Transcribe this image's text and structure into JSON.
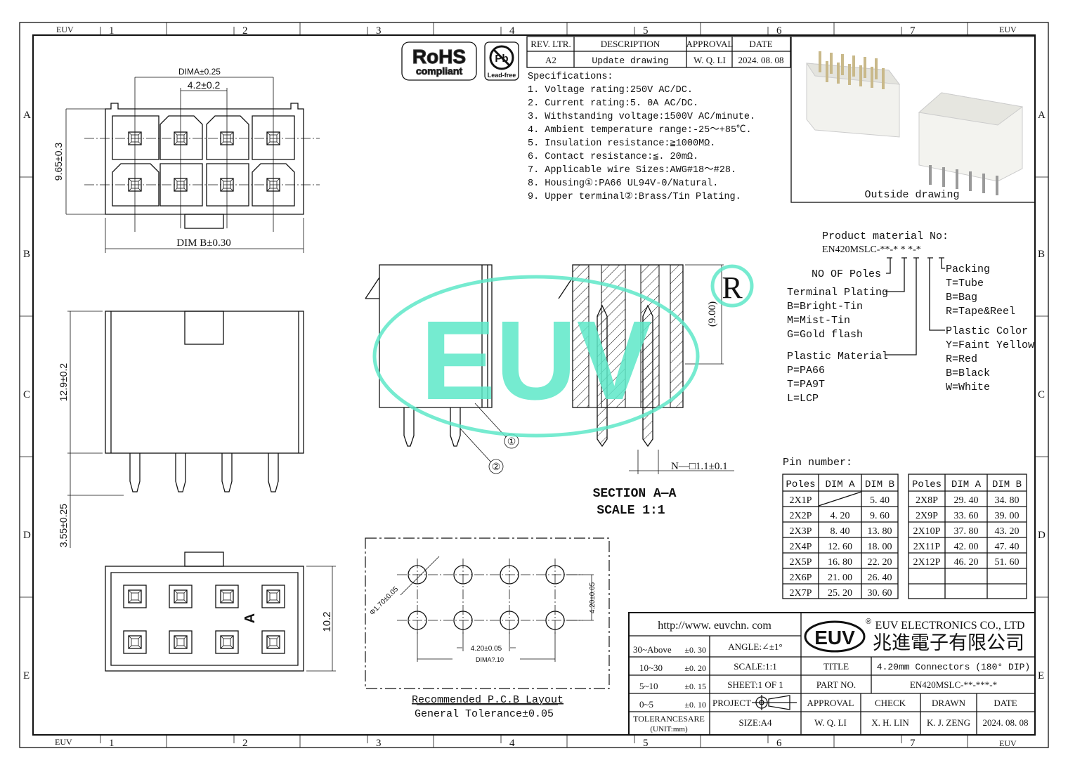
{
  "frame": {
    "col_labels": [
      "1",
      "2",
      "3",
      "4",
      "5",
      "6",
      "7"
    ],
    "row_labels": [
      "A",
      "B",
      "C",
      "D",
      "E"
    ],
    "corner_brand": "EUV"
  },
  "badges": {
    "rohs": "RoHS",
    "rohs_sub": "compliant",
    "pb": "Pb",
    "pb_sub": "Lead-free"
  },
  "revision": {
    "headers": [
      "REV. LTR.",
      "DESCRIPTION",
      "APPROVAL",
      "DATE"
    ],
    "row": [
      "A2",
      "Update drawing",
      "W. Q. LI",
      "2024. 08. 08"
    ]
  },
  "specifications": {
    "title": "Specifications:",
    "items": [
      "1. Voltage rating:250V AC/DC.",
      "2. Current rating:5. 0A AC/DC.",
      "3. Withstanding voltage:1500V AC/minute.",
      "4. Ambient temperature range:-25～+85℃.",
      "5. Insulation resistance:≧1000MΩ.",
      "6. Contact resistance:≦. 20mΩ.",
      "7. Applicable wire Sizes:AWG#18～#28.",
      "8. Housing①:PA66 UL94V-0/Natural.",
      "9. Upper terminal②:Brass/Tin Plating."
    ]
  },
  "outside_drawing": {
    "caption": "Outside drawing"
  },
  "product_material": {
    "title": "Product material No:",
    "code": "EN420MSLC-**-* * *-*",
    "poles": "NO OF Poles",
    "terminal_plating": {
      "label": "Terminal Plating",
      "options": [
        "B=Bright-Tin",
        "M=Mist-Tin",
        "G=Gold flash"
      ]
    },
    "plastic_material": {
      "label": "Plastic Material",
      "options": [
        "P=PA66",
        "T=PA9T",
        "L=LCP"
      ]
    },
    "packing": {
      "label": "Packing",
      "options": [
        "T=Tube",
        "B=Bag",
        "R=Tape&Reel"
      ]
    },
    "plastic_color": {
      "label": "Plastic Color",
      "options": [
        "Y=Faint Yellow",
        "R=Red",
        "B=Black",
        "W=White"
      ]
    }
  },
  "top_view": {
    "dim_a": "DIMA±0.25",
    "pitch": "4.2±0.2",
    "height": "9.65±0.3",
    "dim_b": "DIM B±0.30"
  },
  "side_view": {
    "height": "12.9±0.2",
    "pin_length": "3.55±0.25"
  },
  "bottom_view": {
    "height": "10.2",
    "polarity": "A"
  },
  "section": {
    "title": "SECTION A—A",
    "scale": "SCALE 1:1",
    "height": "(9.00)",
    "pin_size": "N—□1.1±0.1",
    "callout_1": "①",
    "callout_2": "②"
  },
  "watermark": {
    "text": "EUV",
    "registered": "R"
  },
  "pcb": {
    "hole": "Φ1.70±0.05",
    "pitch_x": "4.20±0.05",
    "pitch_y": "4.20±0.05",
    "dim_a": "DIMA?.10",
    "title": "Recommended P.C.B Layout",
    "tolerance": "General Tolerance±0.05"
  },
  "pin_table": {
    "title": "Pin number:",
    "headers": [
      "Poles",
      "DIM A",
      "DIM B"
    ],
    "left": [
      [
        "2X1P",
        "",
        "5. 40"
      ],
      [
        "2X2P",
        "4. 20",
        "9. 60"
      ],
      [
        "2X3P",
        "8. 40",
        "13. 80"
      ],
      [
        "2X4P",
        "12. 60",
        "18. 00"
      ],
      [
        "2X5P",
        "16. 80",
        "22. 20"
      ],
      [
        "2X6P",
        "21. 00",
        "26. 40"
      ],
      [
        "2X7P",
        "25. 20",
        "30. 60"
      ]
    ],
    "right": [
      [
        "2X8P",
        "29. 40",
        "34. 80"
      ],
      [
        "2X9P",
        "33. 60",
        "39. 00"
      ],
      [
        "2X10P",
        "37. 80",
        "43. 20"
      ],
      [
        "2X11P",
        "42. 00",
        "47. 40"
      ],
      [
        "2X12P",
        "46. 20",
        "51. 60"
      ],
      [
        "",
        "",
        ""
      ],
      [
        "",
        "",
        ""
      ]
    ]
  },
  "title_block": {
    "url": "http://www. euvchn. com",
    "logo": "EUV",
    "company_en": "EUV ELECTRONICS CO., LTD",
    "company_cn": "兆進電子有限公司",
    "tolerances": [
      [
        "30~Above",
        "±0. 30"
      ],
      [
        "10~30",
        "±0. 20"
      ],
      [
        "5~10",
        "±0. 15"
      ],
      [
        "0~5",
        "±0. 10"
      ]
    ],
    "tolerances_label": "TOLERANCESARE",
    "unit": "(UNIT:mm)",
    "angle": "ANGLE:∠±1°",
    "scale": "SCALE:1:1",
    "sheet": "SHEET:1 OF 1",
    "project": "PROJECT",
    "size": "SIZE:A4",
    "title_label": "TITLE",
    "title_value": "4.20mm Connectors (180° DIP)",
    "part_label": "PART NO.",
    "part_value": "EN420MSLC-**-***-*",
    "sign_headers": [
      "APPROVAL",
      "CHECK",
      "DRAWN",
      "DATE"
    ],
    "sign_values": [
      "W. Q. LI",
      "X. H. LIN",
      "K. J. ZENG",
      "2024. 08. 08"
    ]
  },
  "colors": {
    "line": "#111111",
    "watermark": "#5ee8c8"
  }
}
